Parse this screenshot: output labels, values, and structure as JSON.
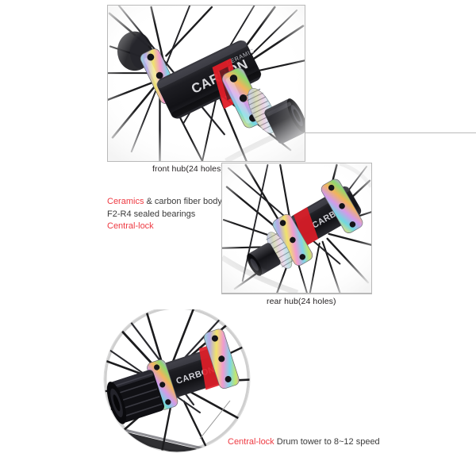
{
  "product": {
    "type": "bicycle-wheel-hub-detail-sheet"
  },
  "panels": {
    "front": {
      "caption": "front hub(24 holes)",
      "hub_body_text": "CARBON",
      "hub_body_text_secondary": "CERAMIC",
      "alt": "front hub with carbon body, oil-slick rainbow anodized flanges and center-lock rotor interface"
    },
    "rear": {
      "caption": "rear hub(24 holes)",
      "hub_body_text": "CARBON",
      "alt": "rear hub with carbon body, oil-slick rainbow anodized flanges, laced with black bladed spokes"
    },
    "drum": {
      "alt": "rear hub freehub drum tower with black splined body and rainbow anodized flange"
    }
  },
  "spec_lines": [
    {
      "red": "Ceramics",
      "dark": " & carbon fiber body"
    },
    {
      "red": "",
      "dark": "F2-R4 sealed bearings"
    },
    {
      "red": "Central-lock",
      "dark": ""
    }
  ],
  "drum_caption": {
    "red": "Central-lock",
    "dark": " Drum tower to 8~12 speed"
  },
  "colors": {
    "accent_red": "#ee3a42",
    "body_text": "#3a3a3a",
    "caption_text": "#231f20",
    "rule": "#b9b9b9",
    "background": "#ffffff",
    "carbon_black": "#16161a",
    "spoke_black": "#1c1c1e"
  }
}
